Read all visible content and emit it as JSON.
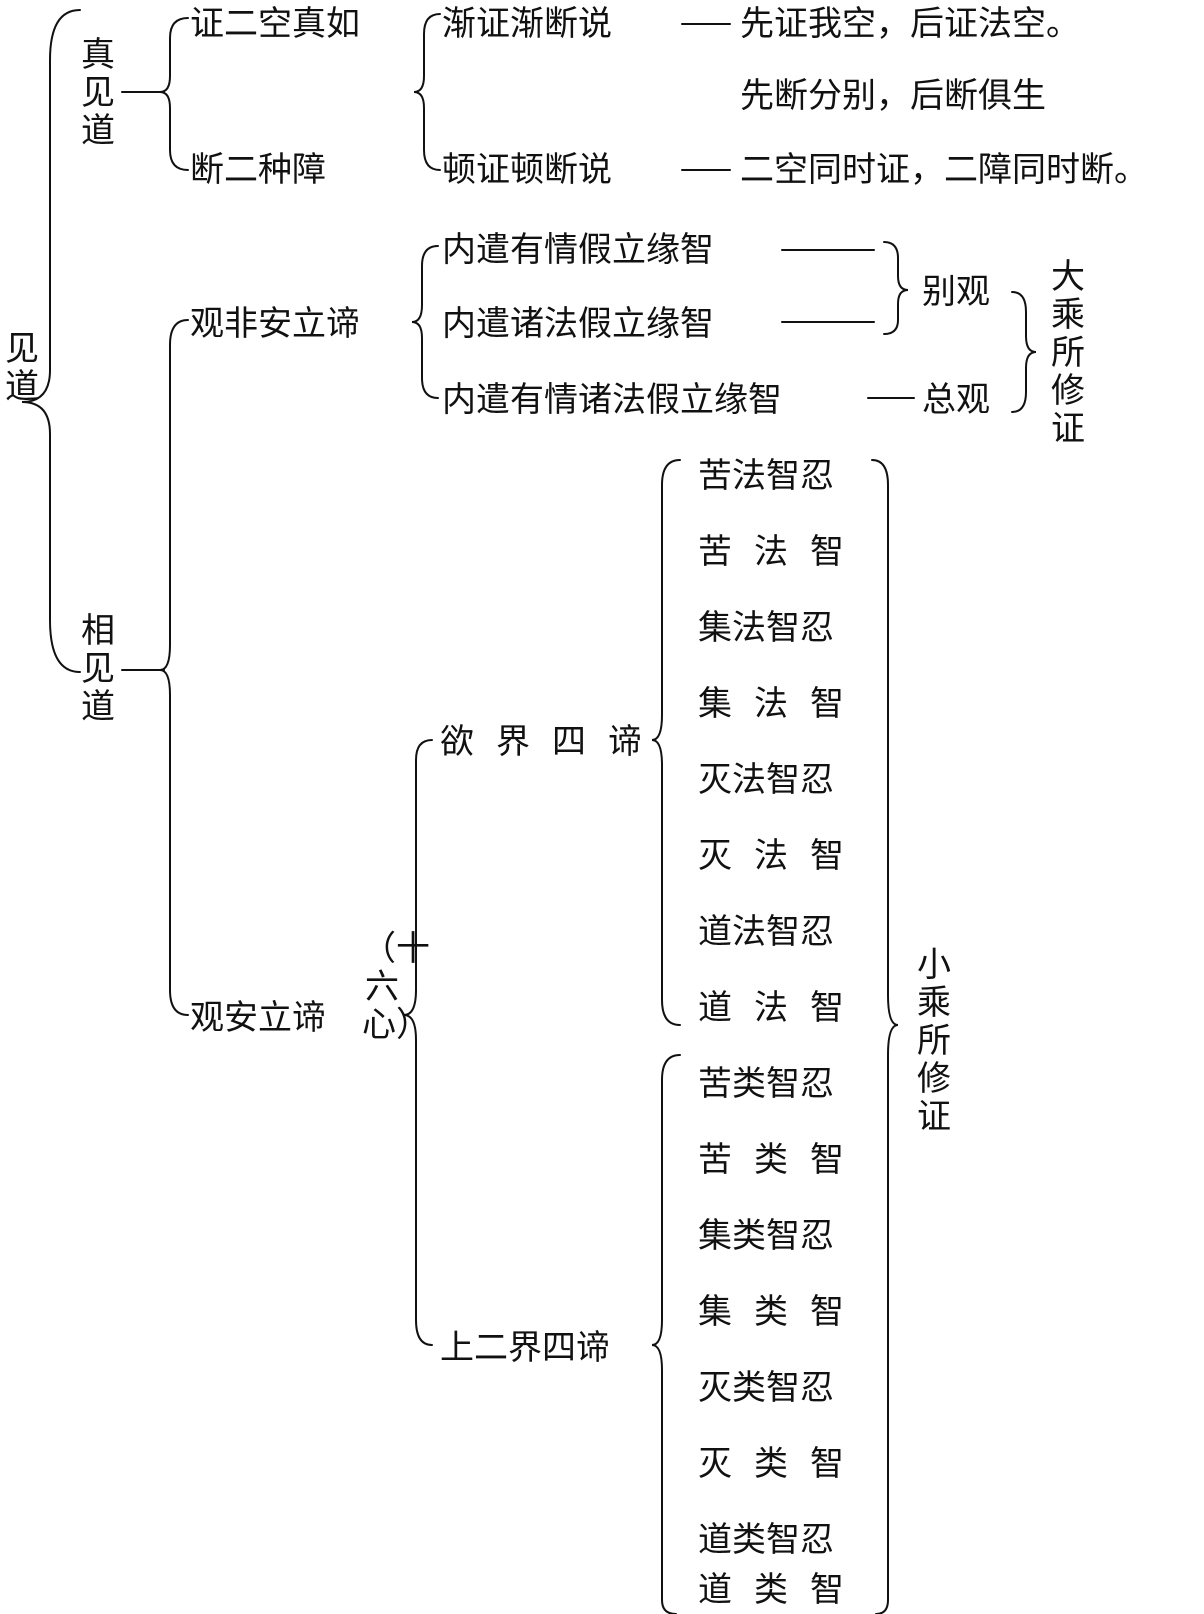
{
  "root": "见道",
  "zhen_jian_dao": {
    "label": "真见道",
    "items": [
      "证二空真如",
      "断二种障"
    ],
    "jian_shuo": {
      "label": "渐证渐断说",
      "desc": [
        "先证我空，后证法空。",
        "先断分别，后断俱生"
      ]
    },
    "dun_shuo": {
      "label": "顿证顿断说",
      "desc": "二空同时证，二障同时断。"
    }
  },
  "xiang_jian_dao": {
    "label": "相见道",
    "fei_an_li": {
      "label": "观非安立谛",
      "items": [
        "内遣有情假立缘智",
        "内遣诸法假立缘智",
        "内遣有情诸法假立缘智"
      ],
      "bie_guan": "别观",
      "zong_guan": "总观",
      "dacheng": "大乘所修证"
    },
    "an_li": {
      "label": "观安立谛",
      "sixteen": "（十六心）",
      "yu_jie": {
        "label": "欲界四谛",
        "items": [
          "苦法智忍",
          "苦法智",
          "集法智忍",
          "集法智",
          "灭法智忍",
          "灭法智",
          "道法智忍",
          "道法智"
        ]
      },
      "shang_jie": {
        "label": "上二界四谛",
        "items": [
          "苦类智忍",
          "苦类智",
          "集类智忍",
          "集类智",
          "灭类智忍",
          "灭类智",
          "道类智忍",
          "道类智"
        ]
      },
      "xiaocheng": "小乘所修证"
    }
  }
}
